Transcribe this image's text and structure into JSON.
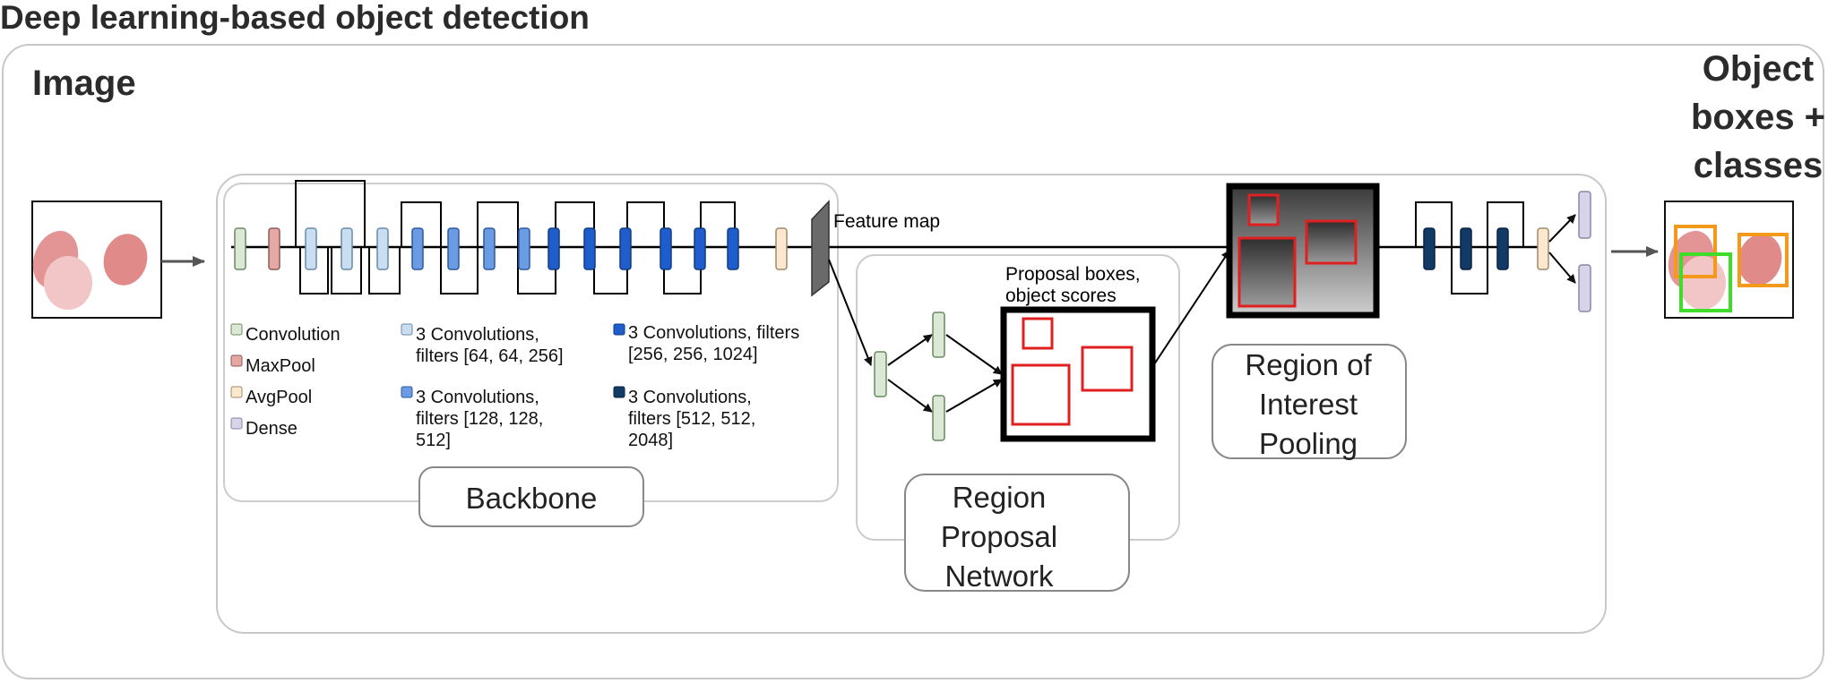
{
  "title": "Deep learning-based object detection",
  "input_label": "Image",
  "output_label": [
    "Object",
    "boxes +",
    "classes"
  ],
  "legend": {
    "convolution": "Convolution",
    "maxpool": "MaxPool",
    "avgpool": "AvgPool",
    "dense": "Dense",
    "block1": [
      "3 Convolutions,",
      "filters [64, 64, 256]"
    ],
    "block2": [
      "3 Convolutions,",
      "filters [128, 128,",
      "512]"
    ],
    "block3": [
      "3 Convolutions, filters",
      "[256, 256, 1024]"
    ],
    "block4": [
      "3 Convolutions,",
      "filters [512, 512,",
      "2048]"
    ]
  },
  "labels": {
    "feature_map": "Feature map",
    "proposal_boxes": [
      "Proposal boxes,",
      "object scores"
    ],
    "backbone": "Backbone",
    "rpn": [
      "Region",
      "Proposal",
      "Network"
    ],
    "roi": [
      "Region of",
      "Interest",
      "Pooling"
    ]
  },
  "colors": {
    "convolution": "#dbe8d5",
    "maxpool": "#e6a8a4",
    "avgpool": "#fbe8cf",
    "dense": "#d7d3e8",
    "block1": "#c9def0",
    "block2": "#6a9be3",
    "block3": "#1f5ccc",
    "block4": "#123a66",
    "proposal_box": "#e02020",
    "class_orange": "#f39a1c",
    "class_green": "#3fdc2a",
    "blob": "#e08a8a"
  }
}
